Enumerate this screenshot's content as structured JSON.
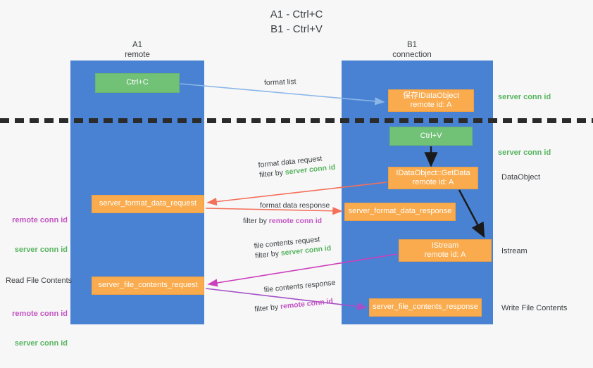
{
  "title": "A1 - Ctrl+C\nB1 - Ctrl+V",
  "lanes": {
    "left": {
      "name": "A1",
      "role": "remote",
      "header": "A1\nremote"
    },
    "right": {
      "name": "B1",
      "role": "connection",
      "header": "B1\nconnection"
    }
  },
  "boxes": {
    "ctrl_c": "Ctrl+C",
    "save_idataobject": "保存IDataObject\nremote id: A",
    "ctrl_v": "Ctrl+V",
    "getdata": "IDataObject::GetData\nremote id: A",
    "server_format_data_request": "server_format_data_request",
    "server_format_data_response": "server_format_data_response",
    "istream": "IStream\nremote id: A",
    "server_file_contents_request": "server_file_contents_request",
    "server_file_contents_response": "server_file_contents_response"
  },
  "edges": {
    "format_list": {
      "label": "format list"
    },
    "format_data_request": {
      "label": "format data request",
      "filter_prefix": "filter by ",
      "filter_value": "server conn id"
    },
    "format_data_response": {
      "label": "format data response",
      "filter_prefix": "filter by ",
      "filter_value": "remote conn id"
    },
    "file_contents_request": {
      "label": "file contents request",
      "filter_prefix": "filter by ",
      "filter_value": "server conn id"
    },
    "file_contents_response": {
      "label": "file contents response",
      "filter_prefix": "filter by ",
      "filter_value": "remote conn id"
    }
  },
  "side_labels": {
    "server_conn_id_top": "server conn id",
    "server_conn_id_mid": "server conn id",
    "data_object": "DataObject",
    "istream": "Istream",
    "write_file_contents": "Write File Contents",
    "read_file_contents": "Read File Contents",
    "remote_conn_id_1": "remote conn id",
    "server_conn_id_1": "server conn id",
    "remote_conn_id_2": "remote conn id",
    "server_conn_id_2": "server conn id"
  },
  "colors": {
    "lane": "#4a82d3",
    "green_box": "#71c177",
    "orange_box": "#f9ab4d",
    "green_text": "#57b45f",
    "purple_text": "#c354c3",
    "arrow_blue": "#8ab6e8",
    "arrow_red": "#f4705a",
    "arrow_magenta": "#cc3fbb",
    "arrow_purple": "#a451c8",
    "arrow_dark": "#1a1a1a",
    "divider": "#2b2b2b",
    "background": "#f7f7f7"
  }
}
